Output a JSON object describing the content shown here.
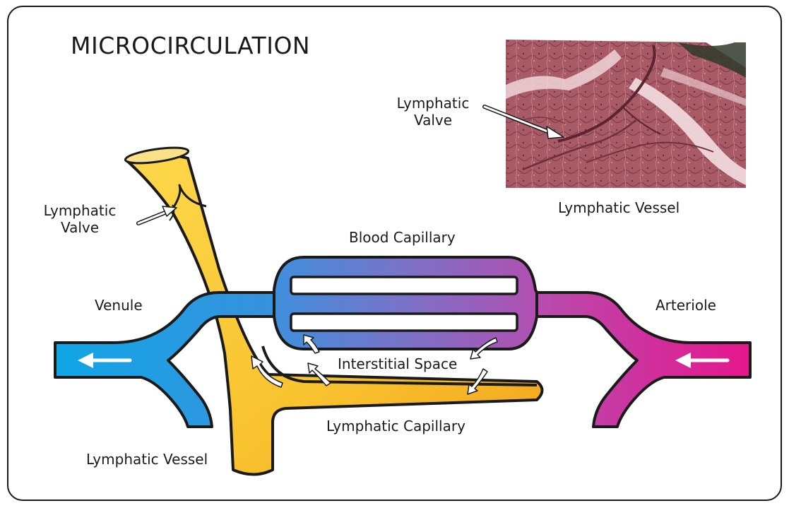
{
  "title": "MICROCIRCULATION",
  "labels": {
    "photo_valve_line1": "Lymphatic",
    "photo_valve_line2": "Valve",
    "photo_caption": "Lymphatic Vessel",
    "valve_line1": "Lymphatic",
    "valve_line2": "Valve",
    "blood_capillary": "Blood Capillary",
    "venule": "Venule",
    "arteriole": "Arteriole",
    "interstitial_space": "Interstitial Space",
    "lymphatic_capillary": "Lymphatic Capillary",
    "lymphatic_vessel": "Lymphatic Vessel"
  },
  "colors": {
    "venule_blue": "#1aa3df",
    "capillary_blue": "#4a90d9",
    "capillary_purple": "#9a5cb4",
    "arteriole_magenta": "#e0148c",
    "lymph_yellow": "#fcd23a",
    "lymph_orange": "#f6a41c",
    "outline": "#1a1a1a",
    "photo_tissue": "#a85a66"
  }
}
